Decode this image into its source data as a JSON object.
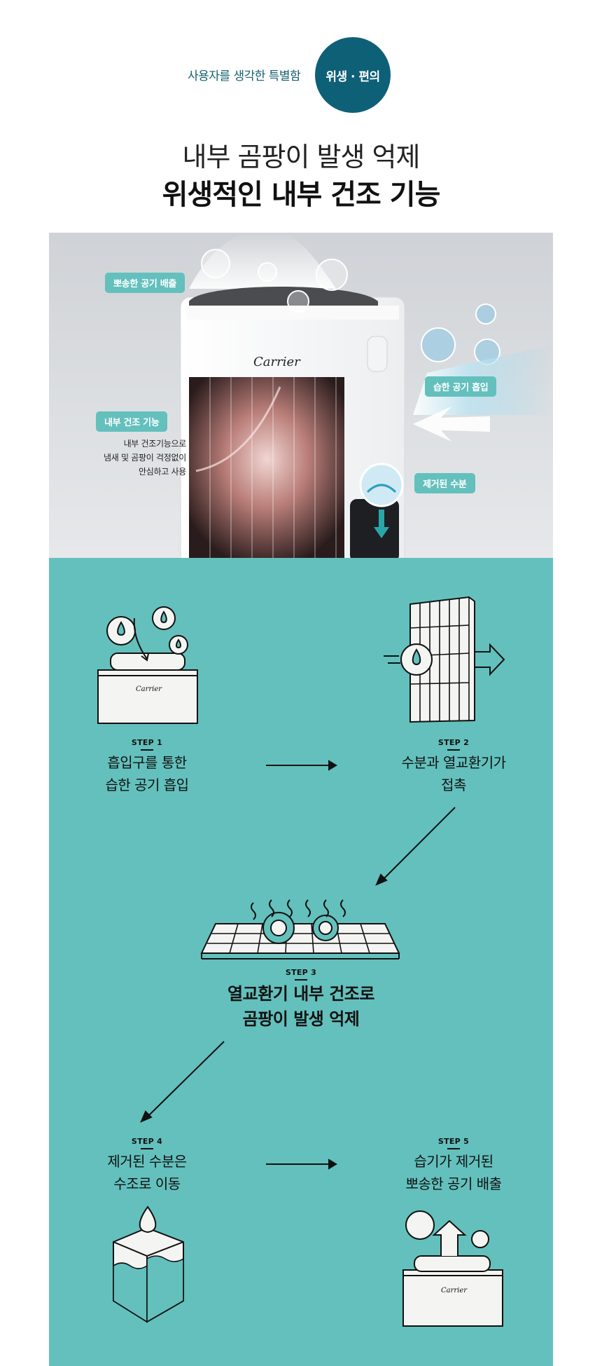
{
  "header": {
    "tagline": "사용자를 생각한 특별함",
    "badge": "위생 · 편의",
    "title_line1": "내부 곰팡이 발생 억제",
    "title_line2": "위생적인 내부 건조 기능"
  },
  "hero": {
    "brand": "Carrier",
    "labels": {
      "fresh_air": "뽀송한 공기 배출",
      "humid_air": "습한 공기 흡입",
      "internal_dry": "내부 건조 기능",
      "removed_water": "제거된 수분"
    },
    "desc": [
      "내부 건조기능으로",
      "냄새 및 곰팡이 걱정없이",
      "안심하고 사용"
    ]
  },
  "steps": [
    {
      "label": "STEP 1",
      "lines": [
        "흡입구를 통한",
        "습한 공기 흡입"
      ],
      "brand": "Carrier"
    },
    {
      "label": "STEP 2",
      "lines": [
        "수분과 열교환기가",
        "접촉"
      ]
    },
    {
      "label": "STEP 3",
      "lines": [
        "열교환기 내부 건조로",
        "곰팡이 발생 억제"
      ]
    },
    {
      "label": "STEP 4",
      "lines": [
        "제거된 수분은",
        "수조로 이동"
      ]
    },
    {
      "label": "STEP 5",
      "lines": [
        "습기가 제거된",
        "뽀송한 공기 배출"
      ],
      "brand": "Carrier"
    }
  ],
  "colors": {
    "teal_dark": "#0e6077",
    "teal_bg": "#63c0bd",
    "pill": "#63c0bd"
  }
}
